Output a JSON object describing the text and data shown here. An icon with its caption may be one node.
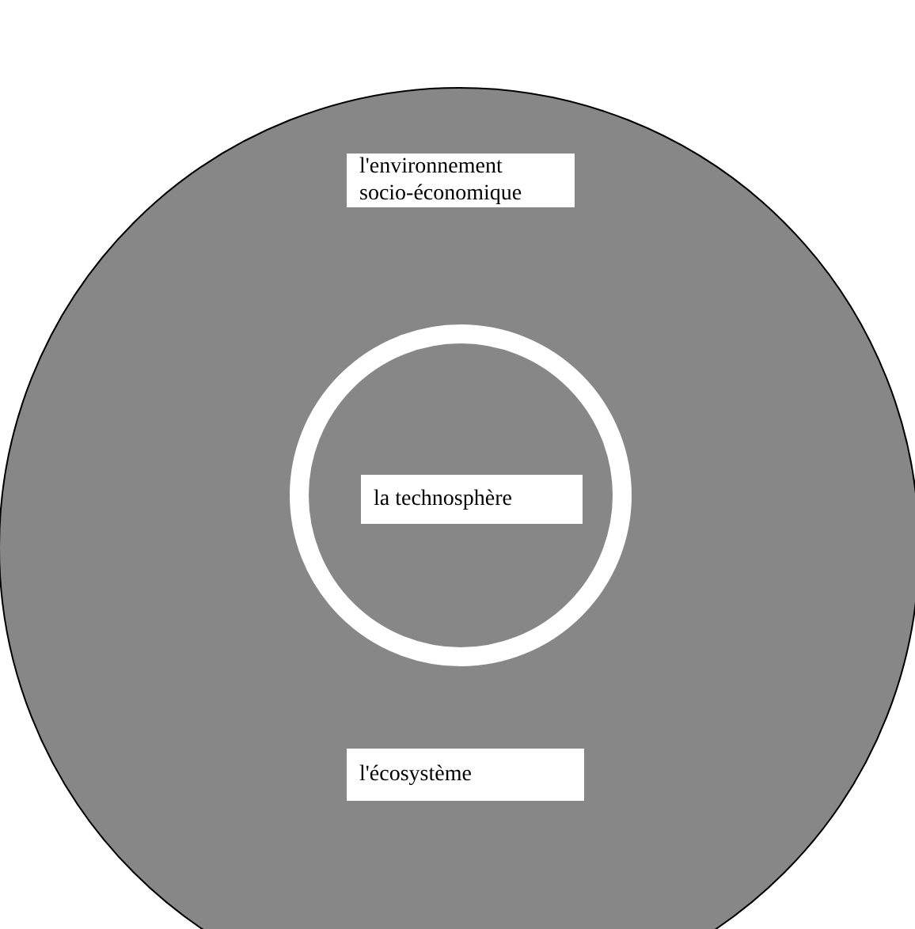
{
  "diagram": {
    "nodes": [
      {
        "text": [],
        "shape": "circle"
      },
      {
        "text": [
          "l'environnement socio-économique"
        ],
        "in": 0
      },
      {
        "text": [],
        "shape": "circle",
        "in": 0
      },
      {
        "text": [
          "la technosphère"
        ],
        "in": 2
      },
      {
        "text": [
          "l'écosystème"
        ],
        "in": 0
      }
    ]
  }
}
